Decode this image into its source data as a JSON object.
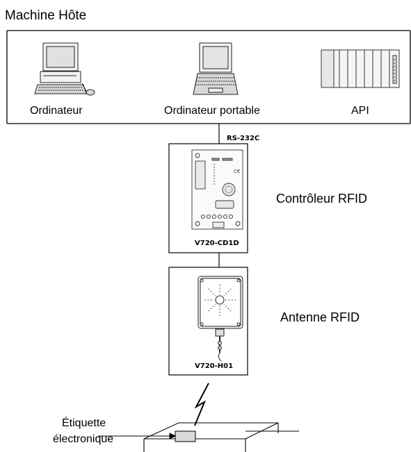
{
  "host": {
    "title": "Machine Hôte",
    "devices": [
      {
        "label": "Ordinateur",
        "icon": "desktop-computer-icon"
      },
      {
        "label": "Ordinateur portable",
        "icon": "laptop-icon"
      },
      {
        "label": "API",
        "icon": "plc-icon"
      }
    ]
  },
  "link": {
    "label": "RS-232C"
  },
  "controller": {
    "label": "Contrôleur RFID",
    "model": "V720-CD1D"
  },
  "antenna": {
    "label": "Antenne RFID",
    "model": "V720-H01"
  },
  "tag": {
    "line1": "Étiquette",
    "line2": "électronique"
  }
}
